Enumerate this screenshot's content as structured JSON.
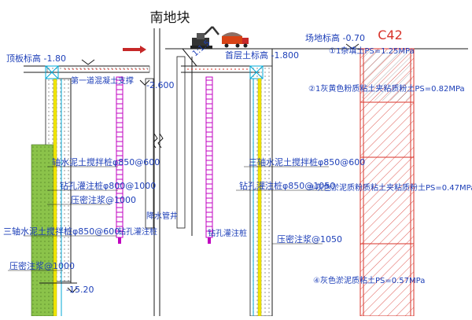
{
  "title": "南地块",
  "labels": {
    "ground_level": "场地标高 -0.70",
    "top_slab_level": "顶板标高 -1.80",
    "floor_level": "首层土标高 -1.800",
    "first_support": "第一道混凝土支撑",
    "depth_2600": "-2.600",
    "depth_15200": "-15.20",
    "grade_ratio": "1:1.5",
    "section_id": "C42"
  },
  "annotations_left": {
    "mixing_pile_1": "轴水泥土搅拌桩φ850@600",
    "bored_pile": "钻孔灌注桩φ800@1000",
    "grouting_1": "压密注浆@1000",
    "mixing_pile_2": "三轴水泥土搅拌桩φ850@600",
    "grouting_2": "压密注浆@1000"
  },
  "annotations_center": {
    "precip_well": "降水管井",
    "bored_pile_a": "钻孔灌注桩",
    "bored_pile_b": "钻孔灌注桩"
  },
  "annotations_right": {
    "mixing_pile": "三轴水泥土搅拌桩φ850@600",
    "bored_pile": "钻孔灌注桩φ850@1050",
    "grouting": "压密注浆@1050"
  },
  "soil_layers": [
    {
      "label": "①1杂填土PS=1.25MPa"
    },
    {
      "label": "②1灰黄色粉质粘土夹粘质粉土PS=0.82MPa"
    },
    {
      "label": "③灰色淤泥质粉质粘土夹粘质粉土PS=0.47MPa"
    },
    {
      "label": "④灰色淤泥质粘土PS=0.57MPa"
    }
  ],
  "colors": {
    "line": "#1a1a1a",
    "grey_fill": "#d4d4d4",
    "green_fill": "#8bc34a",
    "yellow": "#f2e600",
    "magenta": "#c000c0",
    "red": "#d8332a",
    "cyan": "#00a9d6",
    "blue_text": "#1d3fb8"
  }
}
